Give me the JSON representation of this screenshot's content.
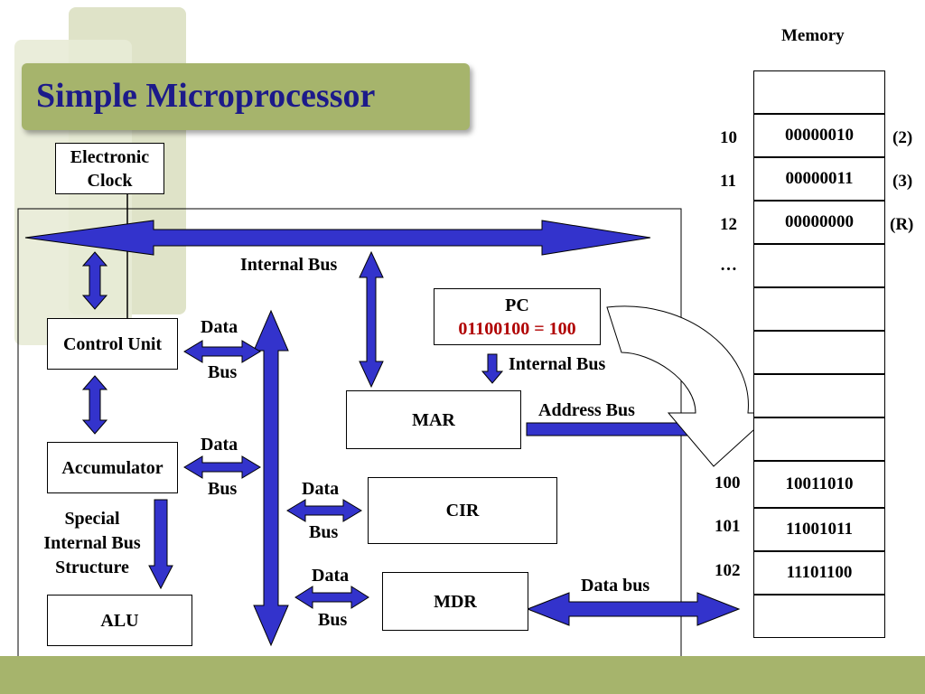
{
  "title": "Simple Microprocessor",
  "components": {
    "clock": [
      "Electronic",
      "Clock"
    ],
    "control_unit": "Control Unit",
    "accumulator": "Accumulator",
    "alu": "ALU",
    "pc_label": "PC",
    "pc_value": "01100100 = 100",
    "mar": "MAR",
    "cir": "CIR",
    "mdr": "MDR"
  },
  "bus_labels": {
    "internal_bus_top": "Internal Bus",
    "internal_bus_pc": "Internal Bus",
    "address_bus": "Address Bus",
    "data_bus_memory": "Data bus",
    "special_internal": [
      "Special",
      "Internal Bus",
      "Structure"
    ],
    "data": "Data",
    "bus": "Bus"
  },
  "memory": {
    "title": "Memory",
    "ellipsis": "…",
    "rows": [
      {
        "addr": "10",
        "value": "00000010",
        "note": "(2)"
      },
      {
        "addr": "11",
        "value": "00000011",
        "note": "(3)"
      },
      {
        "addr": "12",
        "value": "00000000",
        "note": "(R)"
      },
      {
        "addr": "100",
        "value": "10011010",
        "note": ""
      },
      {
        "addr": "101",
        "value": "11001011",
        "note": ""
      },
      {
        "addr": "102",
        "value": "11101100",
        "note": ""
      }
    ]
  },
  "colors": {
    "arrow_fill": "#3333cc",
    "banner": "#a6b46c",
    "title_text": "#1c1a8a",
    "pc_value_text": "#b00000"
  }
}
